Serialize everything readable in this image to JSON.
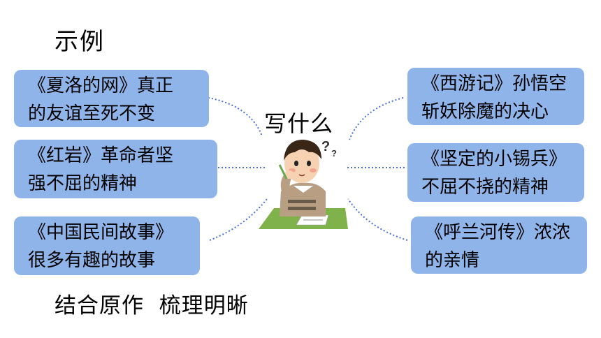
{
  "heading": "示例",
  "center": "写什么",
  "footer": "结合原作  梳理明晰",
  "left_cards": [
    {
      "line1": "《夏洛的网》真正",
      "line2": "的友谊至死不变"
    },
    {
      "line1": "《红岩》革命者坚",
      "line2": "强不屈的精神"
    },
    {
      "line1": "《中国民间故事》",
      "line2": "很多有趣的故事"
    }
  ],
  "right_cards": [
    {
      "line1": "《西游记》孙悟空",
      "line2": "斩妖除魔的决心"
    },
    {
      "line1": "《坚定的小锡兵》",
      "line2": "不屈不挠的精神"
    },
    {
      "line1": "《呼兰河传》浓浓",
      "line2": "的亲情"
    }
  ],
  "colors": {
    "card": "#8fb4ea",
    "connector": "#4a6fd0"
  }
}
